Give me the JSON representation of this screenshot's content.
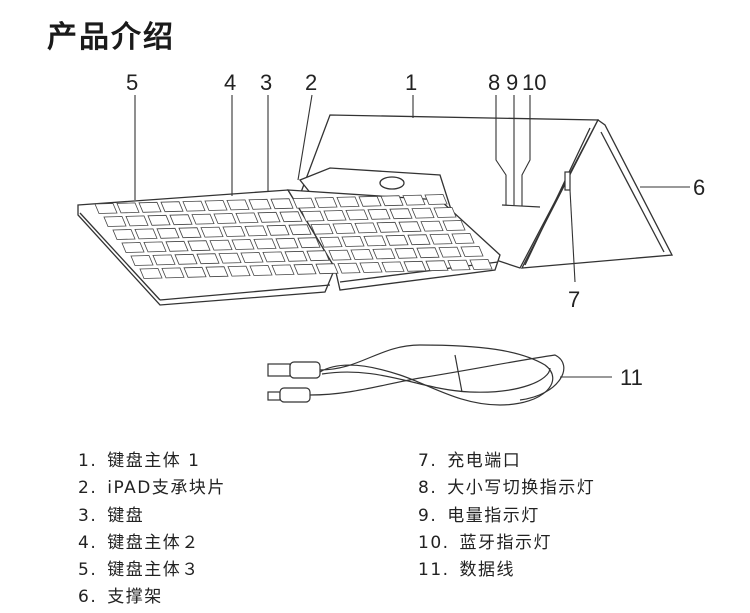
{
  "title": "产品介绍",
  "callouts": {
    "c1": "1",
    "c2": "2",
    "c3": "3",
    "c4": "4",
    "c5": "5",
    "c6": "6",
    "c7": "7",
    "c8": "8",
    "c9": "9",
    "c10": "10",
    "c11": "11"
  },
  "parts": [
    {
      "num": "1.",
      "label": "键盘主体 1"
    },
    {
      "num": "2.",
      "label": "iPAD支承块片"
    },
    {
      "num": "3.",
      "label": "键盘"
    },
    {
      "num": "4.",
      "label": "键盘主体２"
    },
    {
      "num": "5.",
      "label": "键盘主体３"
    },
    {
      "num": "6.",
      "label": "支撑架"
    },
    {
      "num": "7.",
      "label": "充电端口"
    },
    {
      "num": "8.",
      "label": "大小写切换指示灯"
    },
    {
      "num": "9.",
      "label": "电量指示灯"
    },
    {
      "num": "10.",
      "label": "蓝牙指示灯"
    },
    {
      "num": "11.",
      "label": "数据线"
    }
  ]
}
